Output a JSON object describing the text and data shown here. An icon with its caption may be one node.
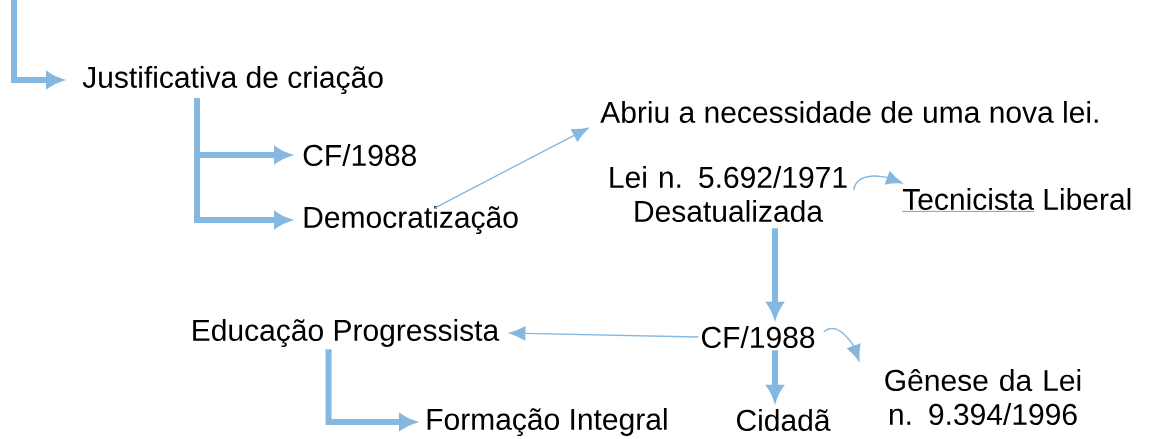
{
  "diagram": {
    "nodes": [
      {
        "text": [
          "Justificativa de criação"
        ]
      },
      {
        "text": [
          "CF/1988"
        ]
      },
      {
        "text": [
          "Democratização"
        ]
      },
      {
        "text": [
          "Abriu a necessidade de uma nova lei."
        ]
      },
      {
        "text": [
          "Lei n. 5.692/1971 Desatualizada"
        ]
      },
      {
        "text": [
          "Tecnicista",
          "Liberal"
        ]
      },
      {
        "text": [
          "CF/1988"
        ]
      },
      {
        "text": [
          "Educação Progressista"
        ]
      },
      {
        "text": [
          "Formação Integral"
        ]
      },
      {
        "text": [
          "Cidadã"
        ]
      },
      {
        "text": [
          "Gênese da Lei n. 9.394/1996"
        ]
      }
    ],
    "edges": [
      {
        "from": null,
        "to": 0,
        "arrow": "to"
      },
      {
        "from": 0,
        "to": 1,
        "arrow": "to"
      },
      {
        "from": 0,
        "to": 2,
        "arrow": "to"
      },
      {
        "from": 2,
        "to": 3,
        "arrow": "to"
      },
      {
        "from": 4,
        "to": 5,
        "arrow": "to"
      },
      {
        "from": 4,
        "to": 6,
        "arrow": "to"
      },
      {
        "from": 6,
        "to": 7,
        "arrow": "to"
      },
      {
        "from": 6,
        "to": 10,
        "arrow": "to"
      },
      {
        "from": 6,
        "to": 9,
        "arrow": "to"
      },
      {
        "from": 7,
        "to": 8,
        "arrow": "to"
      }
    ]
  }
}
